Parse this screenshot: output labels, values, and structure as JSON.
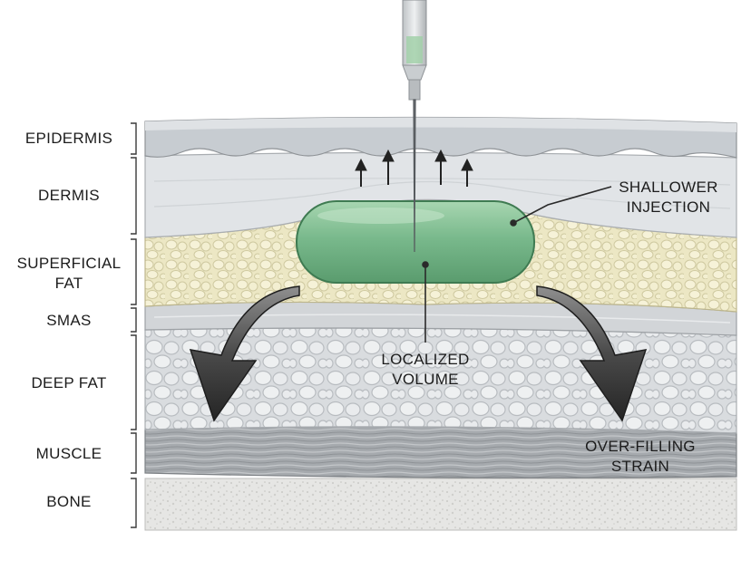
{
  "layers": [
    {
      "id": "epidermis",
      "label": "EPIDERMIS"
    },
    {
      "id": "dermis",
      "label": "DERMIS"
    },
    {
      "id": "superficial-fat",
      "label_lines": [
        "SUPERFICIAL",
        "FAT"
      ]
    },
    {
      "id": "smas",
      "label": "SMAS"
    },
    {
      "id": "deep-fat",
      "label": "DEEP FAT"
    },
    {
      "id": "muscle",
      "label": "MUSCLE"
    },
    {
      "id": "bone",
      "label": "BONE"
    }
  ],
  "callouts": {
    "shallower_injection": [
      "SHALLOWER",
      "INJECTION"
    ],
    "localized_volume": [
      "LOCALIZED",
      "VOLUME"
    ],
    "over_filling_strain": [
      "OVER-FILLING",
      "STRAIN"
    ]
  },
  "colors": {
    "epidermis": "#c9ced3",
    "dermis": "#e2e5e8",
    "superficial_fat": "#ece7c4",
    "smas": "#d4d7da",
    "deep_fat": "#dcdee0",
    "muscle": "#a9adb1",
    "bone": "#e3e3e1",
    "filler": "#79b98c",
    "arrow_dark": "#3b3b3b"
  }
}
